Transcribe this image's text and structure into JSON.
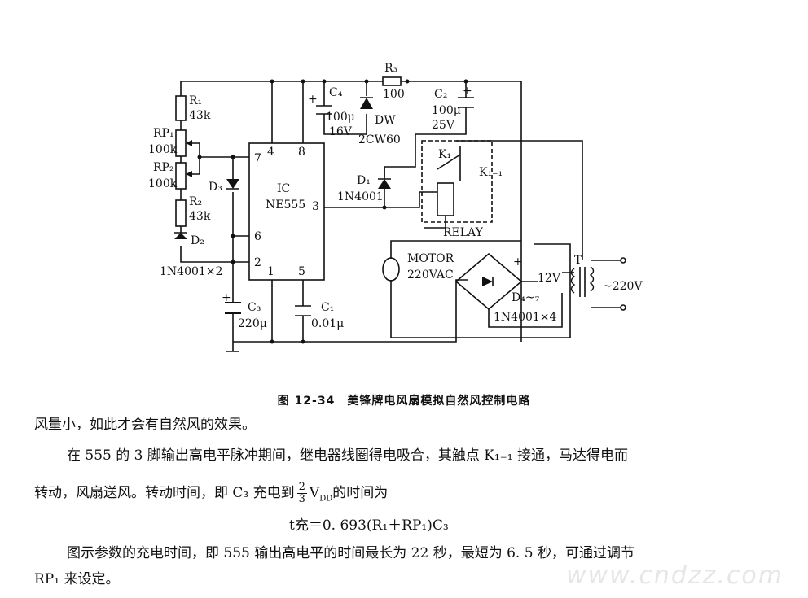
{
  "diagram": {
    "components": {
      "r1": "R₁",
      "r1_val": "43k",
      "rp1": "RP₁",
      "rp1_val": "100k",
      "rp2": "RP₂",
      "rp2_val": "100k",
      "r2": "R₂",
      "r2_val": "43k",
      "d2": "D₂",
      "d3": "D₃",
      "diodes_bottom": "1N4001×2",
      "ic_label": "IC",
      "ic_part": "NE555",
      "pin4": "4",
      "pin8": "8",
      "pin7": "7",
      "pin6": "6",
      "pin2": "2",
      "pin1": "1",
      "pin5": "5",
      "pin3": "3",
      "c4": "C₄",
      "c4_val1": "100μ",
      "c4_val2": "16V",
      "r3": "R₃",
      "r3_val": "100",
      "dw": "DW",
      "dw_val": "2CW60",
      "c2": "C₂",
      "c2_val1": "100μ",
      "c2_val2": "25V",
      "k1": "K₁",
      "k1_1": "K₁₋₁",
      "d1": "D₁",
      "d1_val": "1N4001",
      "relay": "RELAY",
      "motor": "MOTOR",
      "motor_val": "220VAC",
      "d47": "D₄~₇",
      "bridge_val": "1N4001×4",
      "v12": "12V",
      "t": "T",
      "v220": "~220V",
      "c3": "C₃",
      "c3_val": "220μ",
      "c1": "C₁",
      "c1_val": "0.01μ",
      "plus": "+"
    }
  },
  "caption": "图 12-34　美锋牌电风扇模拟自然风控制电路",
  "text": {
    "line1": "风量小，如此才会有自然风的效果。",
    "line2": "在 555 的 3 脚输出高电平脉冲期间，继电器线圈得电吸合，其触点 K₁₋₁ 接通，马达得电而",
    "line3_a": "转动，风扇送风。转动时间，即 C₃ 充电到",
    "frac_num": "2",
    "frac_den": "3",
    "line3_b": "V",
    "line3_sub": "DD",
    "line3_c": "的时间为",
    "formula": "t充＝0. 693(R₁＋RP₁)C₃",
    "line5": "图示参数的充电时间，即 555 输出高电平的时间最长为 22 秒，最短为 6. 5 秒，可通过调节",
    "line6": "RP₁ 来设定。"
  },
  "watermark": "www.cndzz.com"
}
